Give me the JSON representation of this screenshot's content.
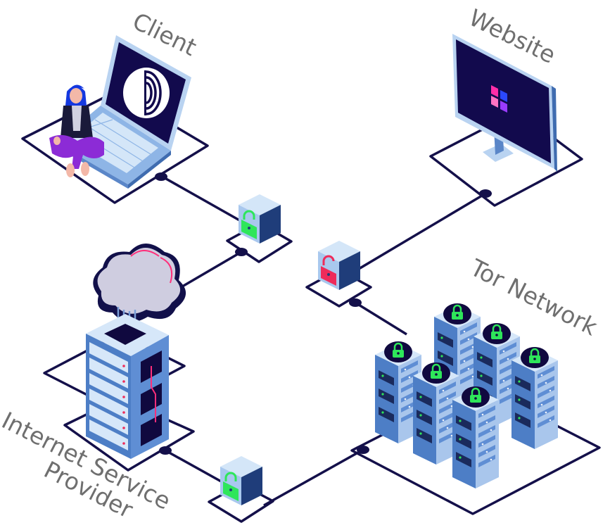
{
  "labels": {
    "client": "Client",
    "website": "Website",
    "tor_network": "Tor Network",
    "isp_line1": "Internet Service",
    "isp_line2": "Provider"
  },
  "colors": {
    "line": "#14104a",
    "lock_locked": "#2ee65a",
    "lock_open": "#ee2b5a",
    "screen": "#120a4d",
    "server_body": "#4d7ec6",
    "server_light": "#b9d3f1",
    "cloud": "#cfcde0",
    "person_pants": "#8c2bd6",
    "person_hair": "#1438e0",
    "logo_pink": "#ff2ea8",
    "logo_blue": "#2a48ff",
    "logo_violet": "#9a3bff",
    "label_text": "#6f6f6f"
  },
  "locks": {
    "client_to_isp": "locked",
    "isp_to_tor": "locked",
    "tor_to_website": "unlocked"
  }
}
